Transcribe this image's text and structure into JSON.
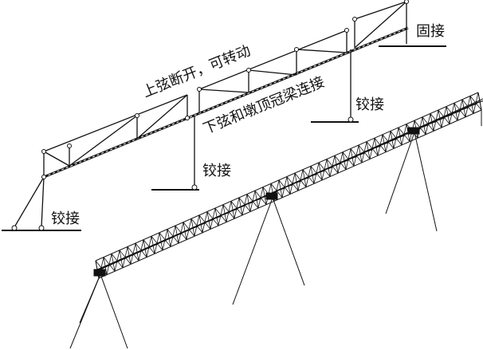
{
  "labels": {
    "top_chord": "上弦断开，可转动",
    "bottom_chord": "下弦和墩顶冠梁连接",
    "hinge_left": "铰接",
    "hinge_mid": "铰接",
    "hinge_right": "铰接",
    "fixed": "固接"
  },
  "colors": {
    "line": "#111111",
    "background": "#ffffff"
  }
}
